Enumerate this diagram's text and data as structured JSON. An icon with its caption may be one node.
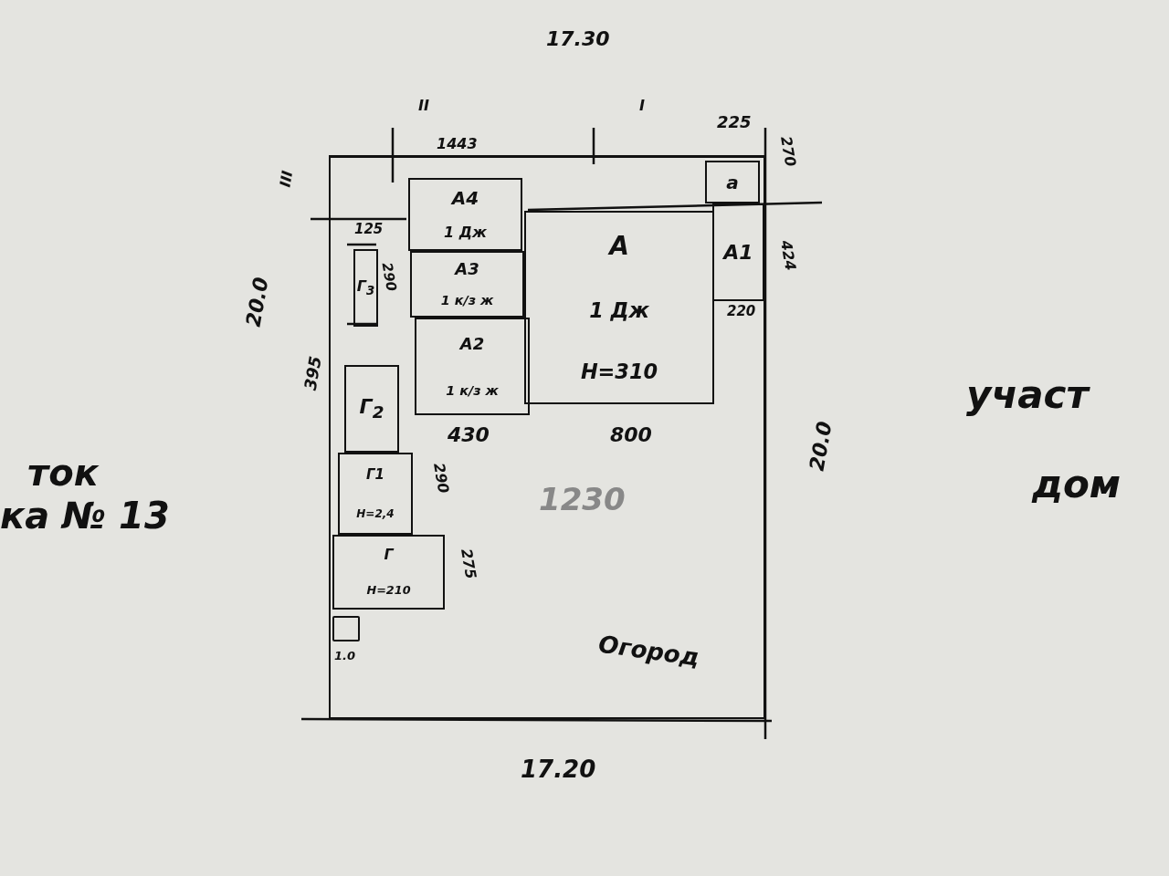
{
  "diagram": {
    "nodes": [
      {
        "text": [
          "Огород"
        ]
      },
      {
        "text": [
          "А4",
          "1 Дж"
        ],
        "in": 0
      },
      {
        "text": [
          "А3",
          "1 к/з ж"
        ],
        "in": 0
      },
      {
        "text": [
          "А2",
          "1 к/з ж"
        ],
        "in": 0
      },
      {
        "text": [
          "А",
          "1 Дж",
          "Н=310"
        ],
        "in": 0
      },
      {
        "text": [
          "а"
        ],
        "in": 0
      },
      {
        "text": [
          "А1"
        ],
        "in": 0
      },
      {
        "text": [
          "Г$_{3}$"
        ],
        "in": 0
      },
      {
        "text": [
          "Г$_{2}$"
        ],
        "in": 0
      },
      {
        "text": [
          "Г1",
          "Н=2,4"
        ],
        "in": 0
      },
      {
        "text": [
          "Г",
          "Н=210"
        ],
        "in": 0
      },
      {
        "text": [],
        "shape": "box",
        "in": 0
      }
    ],
    "edges": [],
    "labels": [
      "17.30",
      "II",
      "I",
      "225",
      "1443",
      "III",
      "270",
      "125",
      "290",
      "424",
      "220",
      "20.0",
      "395",
      "430",
      "800",
      "20.0",
      "1230",
      "290",
      "275",
      "1.0",
      "17.20",
      "ток",
      "ка № 13",
      "участ",
      "дом"
    ]
  }
}
